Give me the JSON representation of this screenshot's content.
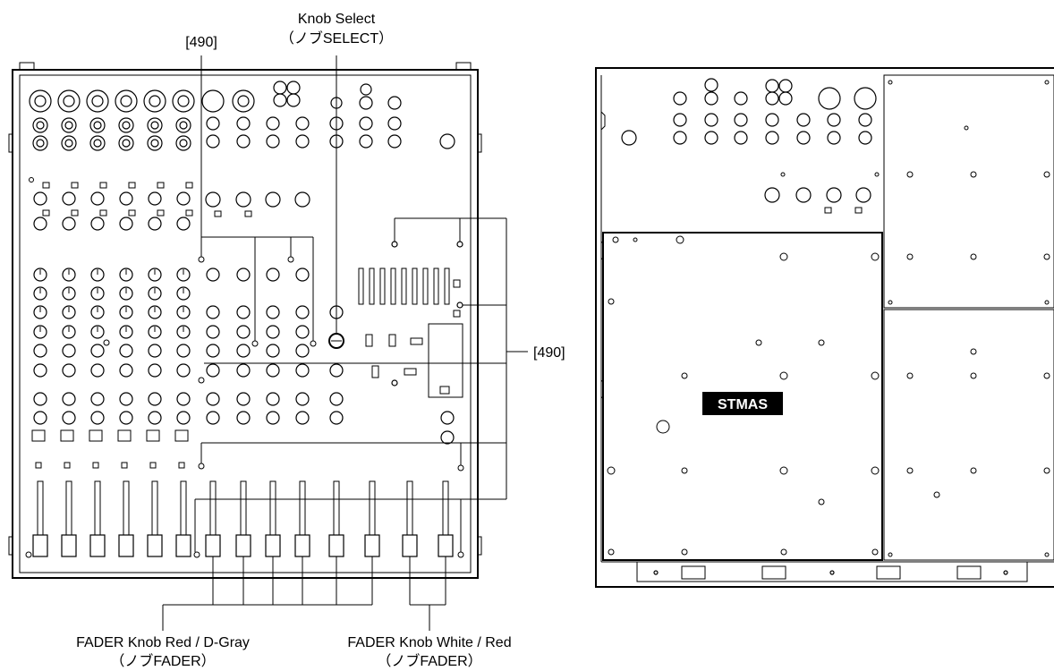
{
  "labels": {
    "knob_select_title": "Knob Select",
    "knob_select_sub": "（ノブSELECT）",
    "ref_490_top": "[490]",
    "ref_490_right": "[490]",
    "fader_red_title": "FADER Knob Red / D-Gray",
    "fader_red_sub": "（ノブFADER）",
    "fader_white_title": "FADER Knob White / Red",
    "fader_white_sub": "（ノブFADER）",
    "stmas_badge": "STMAS"
  },
  "colors": {
    "line": "#000000",
    "background": "#ffffff",
    "badge_bg": "#000000",
    "badge_text": "#ffffff"
  }
}
